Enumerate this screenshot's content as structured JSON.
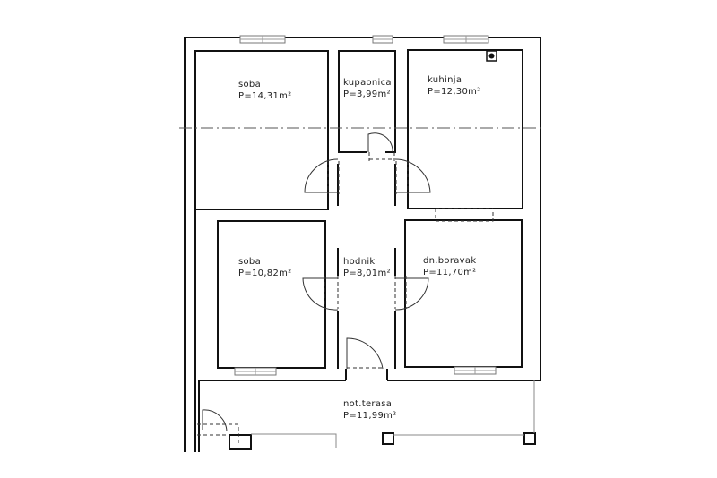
{
  "rooms": [
    {
      "name": "soba",
      "area": "P=14,31m²"
    },
    {
      "name": "kupaonica",
      "area": "P=3,99m²"
    },
    {
      "name": "kuhinja",
      "area": "P=12,30m²"
    },
    {
      "name": "soba",
      "area": "P=10,82m²"
    },
    {
      "name": "hodnik",
      "area": "P=8,01m²"
    },
    {
      "name": "dn.boravak",
      "area": "P=11,70m²"
    },
    {
      "name": "not.terasa",
      "area": "P=11,99m²"
    }
  ],
  "colors": {
    "wall": "#111111",
    "window": "#9a9a9a",
    "background": "#ffffff"
  }
}
